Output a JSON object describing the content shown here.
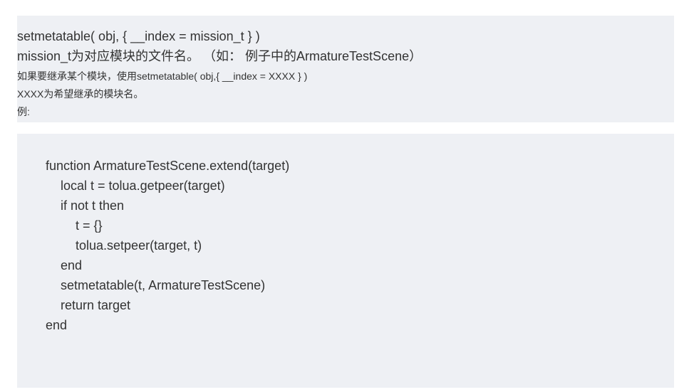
{
  "note": {
    "lines": [
      "setmetatable( obj, { __index = mission_t } )",
      "mission_t为对应模块的文件名。 （如： 例子中的ArmatureTestScene）",
      "如果要继承某个模块，使用setmetatable( obj,{ __index = XXXX } )",
      "XXXX为希望继承的模块名。",
      "例:"
    ]
  },
  "code": {
    "lines": [
      "function ArmatureTestScene.extend(target)",
      "local t = tolua.getpeer(target)",
      "if not t then",
      "t = {}",
      "tolua.setpeer(target, t)",
      "end",
      "setmetatable(t, ArmatureTestScene)",
      "return target",
      "end"
    ]
  },
  "cut_heading": "-- · · · --"
}
